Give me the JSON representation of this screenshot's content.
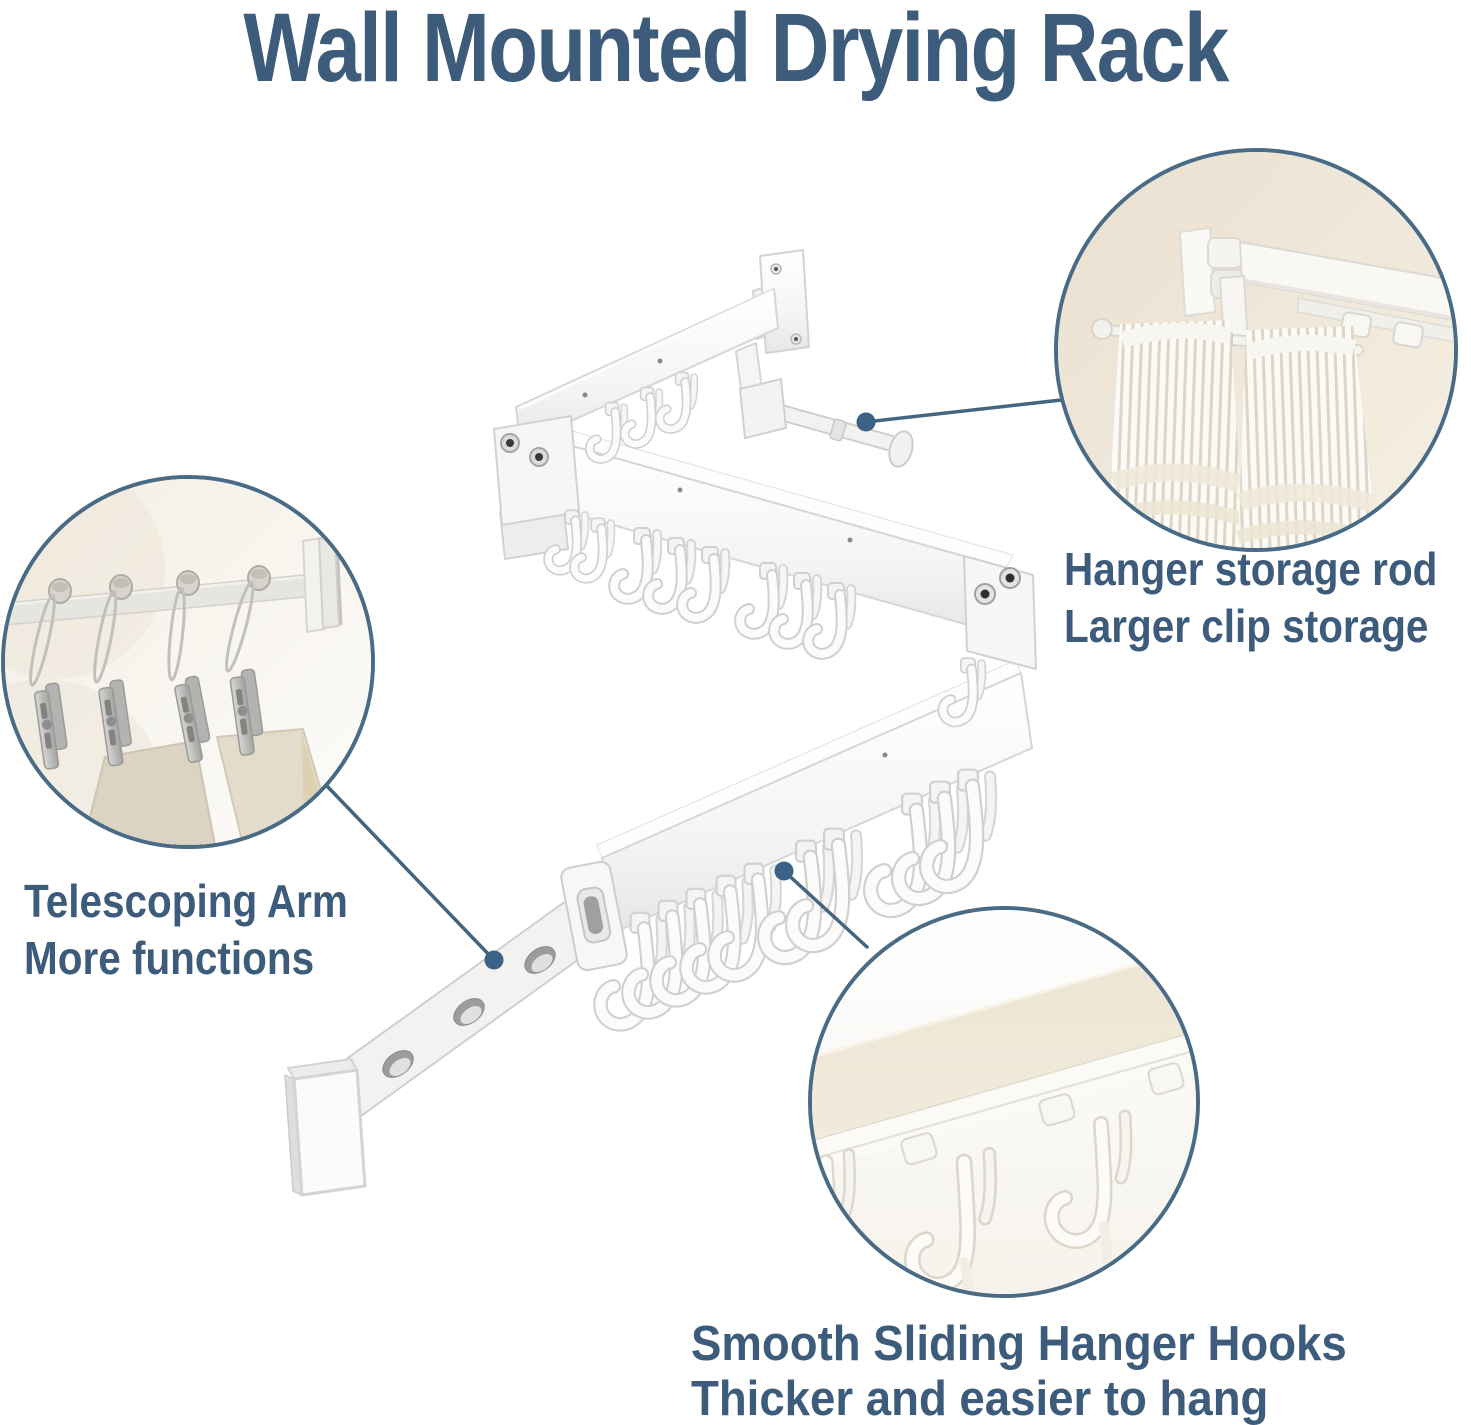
{
  "title": "Wall Mounted Drying Rack",
  "callouts": {
    "hanger_storage": {
      "line1": "Hanger storage rod",
      "line2": "Larger clip storage"
    },
    "telescoping_arm": {
      "line1": "Telescoping Arm",
      "line2": "More functions"
    },
    "sliding_hooks": {
      "line1": "Smooth Sliding Hanger Hooks",
      "line2": "Thicker and easier to hang"
    }
  },
  "colors": {
    "heading_text": "#3d5c7c",
    "callout_line": "#44657f",
    "callout_dot": "#3c6186",
    "circle_border": "#4a6b85",
    "inset_cream_bg": "#ece3d6",
    "product_white": "#f6f6f4"
  }
}
